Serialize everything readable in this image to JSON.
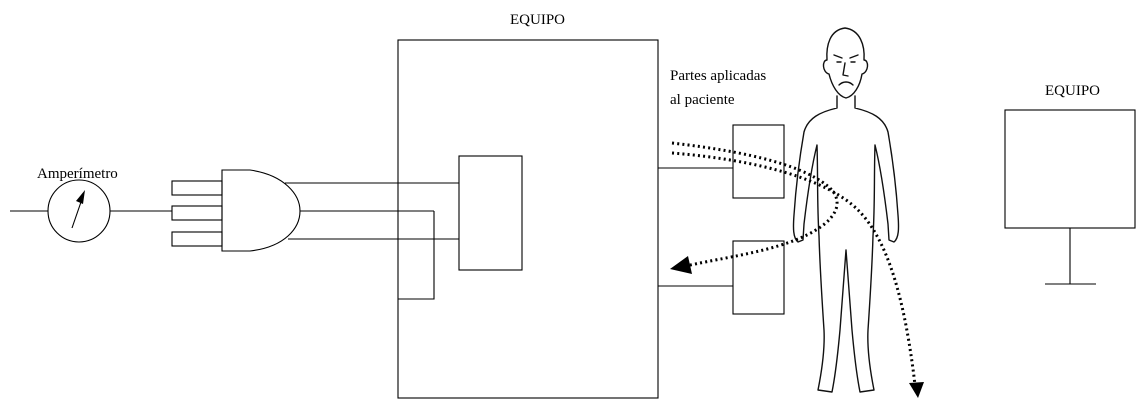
{
  "labels": {
    "equipo_main": "EQUIPO",
    "equipo_right": "EQUIPO",
    "amperimetro": "Amperímetro",
    "partes_line1": "Partes aplicadas",
    "partes_line2": "al paciente"
  },
  "colors": {
    "stroke": "#000000",
    "background": "#ffffff"
  }
}
